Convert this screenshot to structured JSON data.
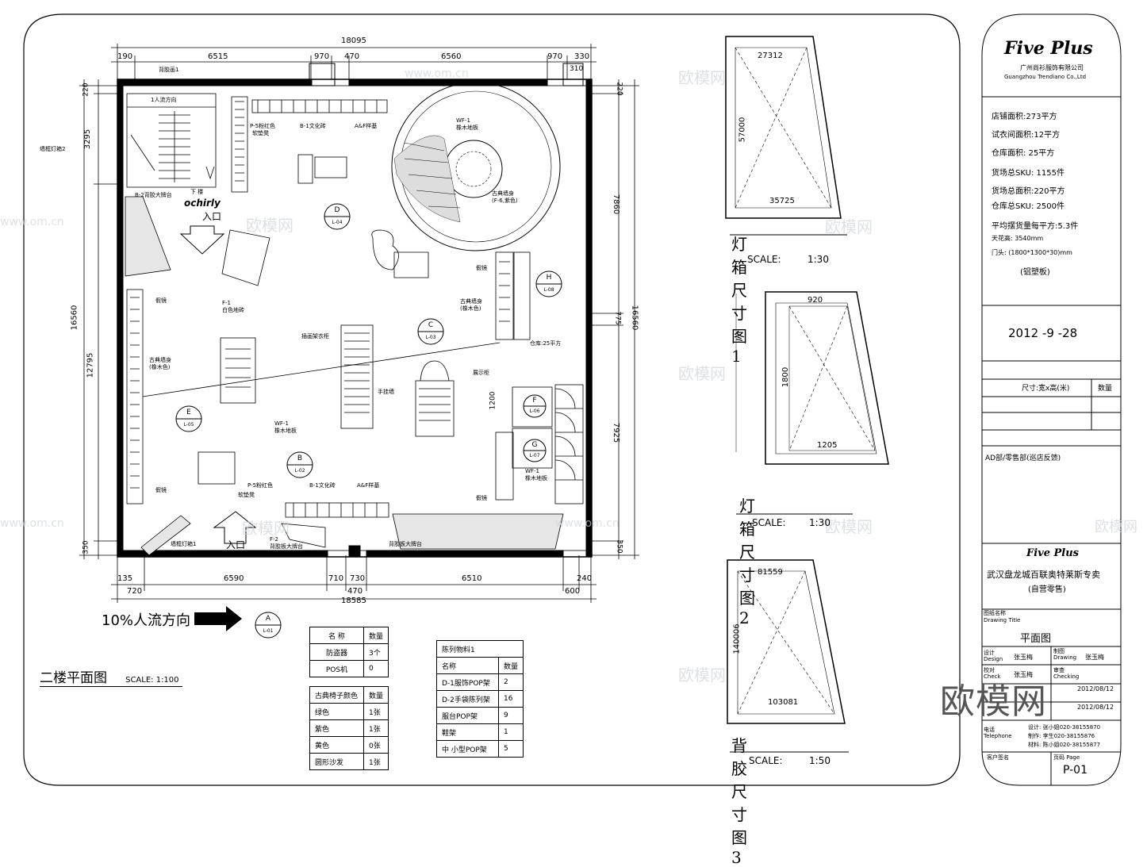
{
  "plan": {
    "title": "二楼平面图",
    "scale": "SCALE: 1:100",
    "flow_text": "10%人流方向",
    "dim_top_total": "18095",
    "dim_top_parts": [
      "190",
      "6515",
      "970",
      "470",
      "6560",
      "970",
      "330"
    ],
    "dim_top_right": "310",
    "dim_bottom_total": "18585",
    "dim_bottom_parts": [
      "135",
      "720",
      "6590",
      "710",
      "730",
      "6510",
      "600",
      "240"
    ],
    "dim_bottom_mid": "470",
    "dim_left_total": "16560",
    "dim_left_parts": [
      "220",
      "3295",
      "12795",
      "350"
    ],
    "dim_right_total": "16560",
    "dim_right_parts": [
      "220",
      "7860",
      "775",
      "7925",
      "350"
    ],
    "dim_door": "1200",
    "entrance": "入口",
    "brand_sign": "ochirly",
    "labels": {
      "lightbox_top": "背胶画1",
      "flow_dir": "1人流方向",
      "down": "下 楼",
      "wall_light": "墙框灯箱2",
      "big_poster": "B-2背胶大牌台",
      "p5": "P-5粉红色",
      "bench": "软垫凳",
      "b1": "B-1文化砖",
      "aa": "A&F样基",
      "wf1_top": "WF-1\n橡木地板",
      "ancient_top": "古典墙身\n(F-6,紫色)",
      "f1": "F-1\n白色地砖",
      "mirror1": "假镜",
      "ancient_left": "古典墙身\n(橡木色)",
      "mirror2": "假镜",
      "ancient_right": "古典墙身\n(橡木色)",
      "storage": "仓库:25平方",
      "mirror3": "假镜",
      "show": "展示柜",
      "flower": "插画架衣柜",
      "wf1_mid": "WF-1\n橡木地板",
      "hang": "手挂墙",
      "wf1_right": "WF-1\n橡木地板",
      "mirror4": "假镜",
      "p5b": "P-5粉红色",
      "soft": "软垫凳",
      "b1b": "B-1文化砖",
      "aab": "A&F样基",
      "wall_light_b": "墙框灯箱1",
      "entrance_b": "入口",
      "f2": "F-2\n背胶板大牌台",
      "back_poster": "背胶板大牌台"
    },
    "markers": [
      {
        "letter": "D",
        "code": "L-04"
      },
      {
        "letter": "H",
        "code": "L-08"
      },
      {
        "letter": "C",
        "code": "L-03"
      },
      {
        "letter": "E",
        "code": "L-05"
      },
      {
        "letter": "F",
        "code": "L-06"
      },
      {
        "letter": "G",
        "code": "L-07"
      },
      {
        "letter": "B",
        "code": "L-02"
      },
      {
        "letter": "A",
        "code": "L-01"
      }
    ]
  },
  "tables": {
    "t1": {
      "headers": [
        "名 称",
        "数量"
      ],
      "rows": [
        [
          "防盗器",
          "3个"
        ],
        [
          "POS机",
          "0"
        ]
      ]
    },
    "t2": {
      "headers": [
        "古典椅子颜色",
        "数量"
      ],
      "rows": [
        [
          "绿色",
          "1张"
        ],
        [
          "紫色",
          "1张"
        ],
        [
          "黄色",
          "0张"
        ],
        [
          "圆形沙发",
          "1张"
        ]
      ]
    },
    "t3": {
      "title": "陈列物料1",
      "headers": [
        "名称",
        "数量"
      ],
      "rows": [
        [
          "D-1服饰POP架",
          "2"
        ],
        [
          "D-2手袋陈列架",
          "16"
        ],
        [
          "服台POP架",
          "9"
        ],
        [
          "鞋架",
          "1"
        ],
        [
          "中 小型POP架",
          "5"
        ]
      ]
    }
  },
  "details": {
    "d1": {
      "title": "灯箱尺寸图1",
      "scale": "SCALE:",
      "ratio": "1:30",
      "w_top": "27312",
      "w_bot": "35725",
      "h": "57000"
    },
    "d2": {
      "title": "灯箱尺寸图2",
      "scale": "SCALE:",
      "ratio": "1:30",
      "w_top": "920",
      "w_bot": "1205",
      "h": "1800"
    },
    "d3": {
      "title": "背胶尺寸图3",
      "scale": "SCALE:",
      "ratio": "1:50",
      "w_top": "81559",
      "w_bot": "103081",
      "h": "140006"
    }
  },
  "titleblock": {
    "brand": "Five Plus",
    "company_cn": "广州尚衫服饰有限公司",
    "company_en": "Guangzhou Trendiano Co.,Ltd",
    "stats": [
      "店铺面积:273平方",
      "试衣间面积:12平方",
      "仓库面积: 25平方",
      "货场总SKU: 1155件",
      "货场总面积:220平方",
      "仓库总SKU: 2500件",
      "平均摆货量每平方:5.3件",
      "天花高: 3540mm",
      "门头: (1800*1300*30)mm",
      "(铝塑板)"
    ],
    "date": "2012 -9 -28",
    "size_label": "尺寸:宽x高(米)",
    "qty_label": "数量",
    "dept": "AD部/零售部(巡店反馈)",
    "brand2": "Five Plus",
    "project": "武汉盘龙城百联奥特莱斯专卖",
    "project_sub": "(自营零售)",
    "drawing_title_cn": "图纸名称",
    "drawing_title_en": "Drawing Title",
    "drawing_name": "平面图",
    "design_cn": "设计",
    "design_en": "Design",
    "design_name": "张玉梅",
    "draw_cn": "制图",
    "draw_en": "Drawing",
    "draw_name": "张玉梅",
    "check_cn": "校对",
    "check_en": "Check",
    "check_name": "张玉梅",
    "review_cn": "审查",
    "review_en": "Checking",
    "date1": "2012/08/12",
    "date2": "2012/08/12",
    "tel_cn": "电话",
    "tel_en": "Telephone",
    "tel1": "设计: 张小姐020-38155870",
    "tel2": "制作: 李生020-38155876",
    "tel3": "材料: 陈小姐020-38155877",
    "client_cn": "客户签名",
    "page_label": "页码 Page",
    "page_no": "P-01"
  },
  "watermark": "欧模网",
  "watermark_site": "www.om.cn"
}
